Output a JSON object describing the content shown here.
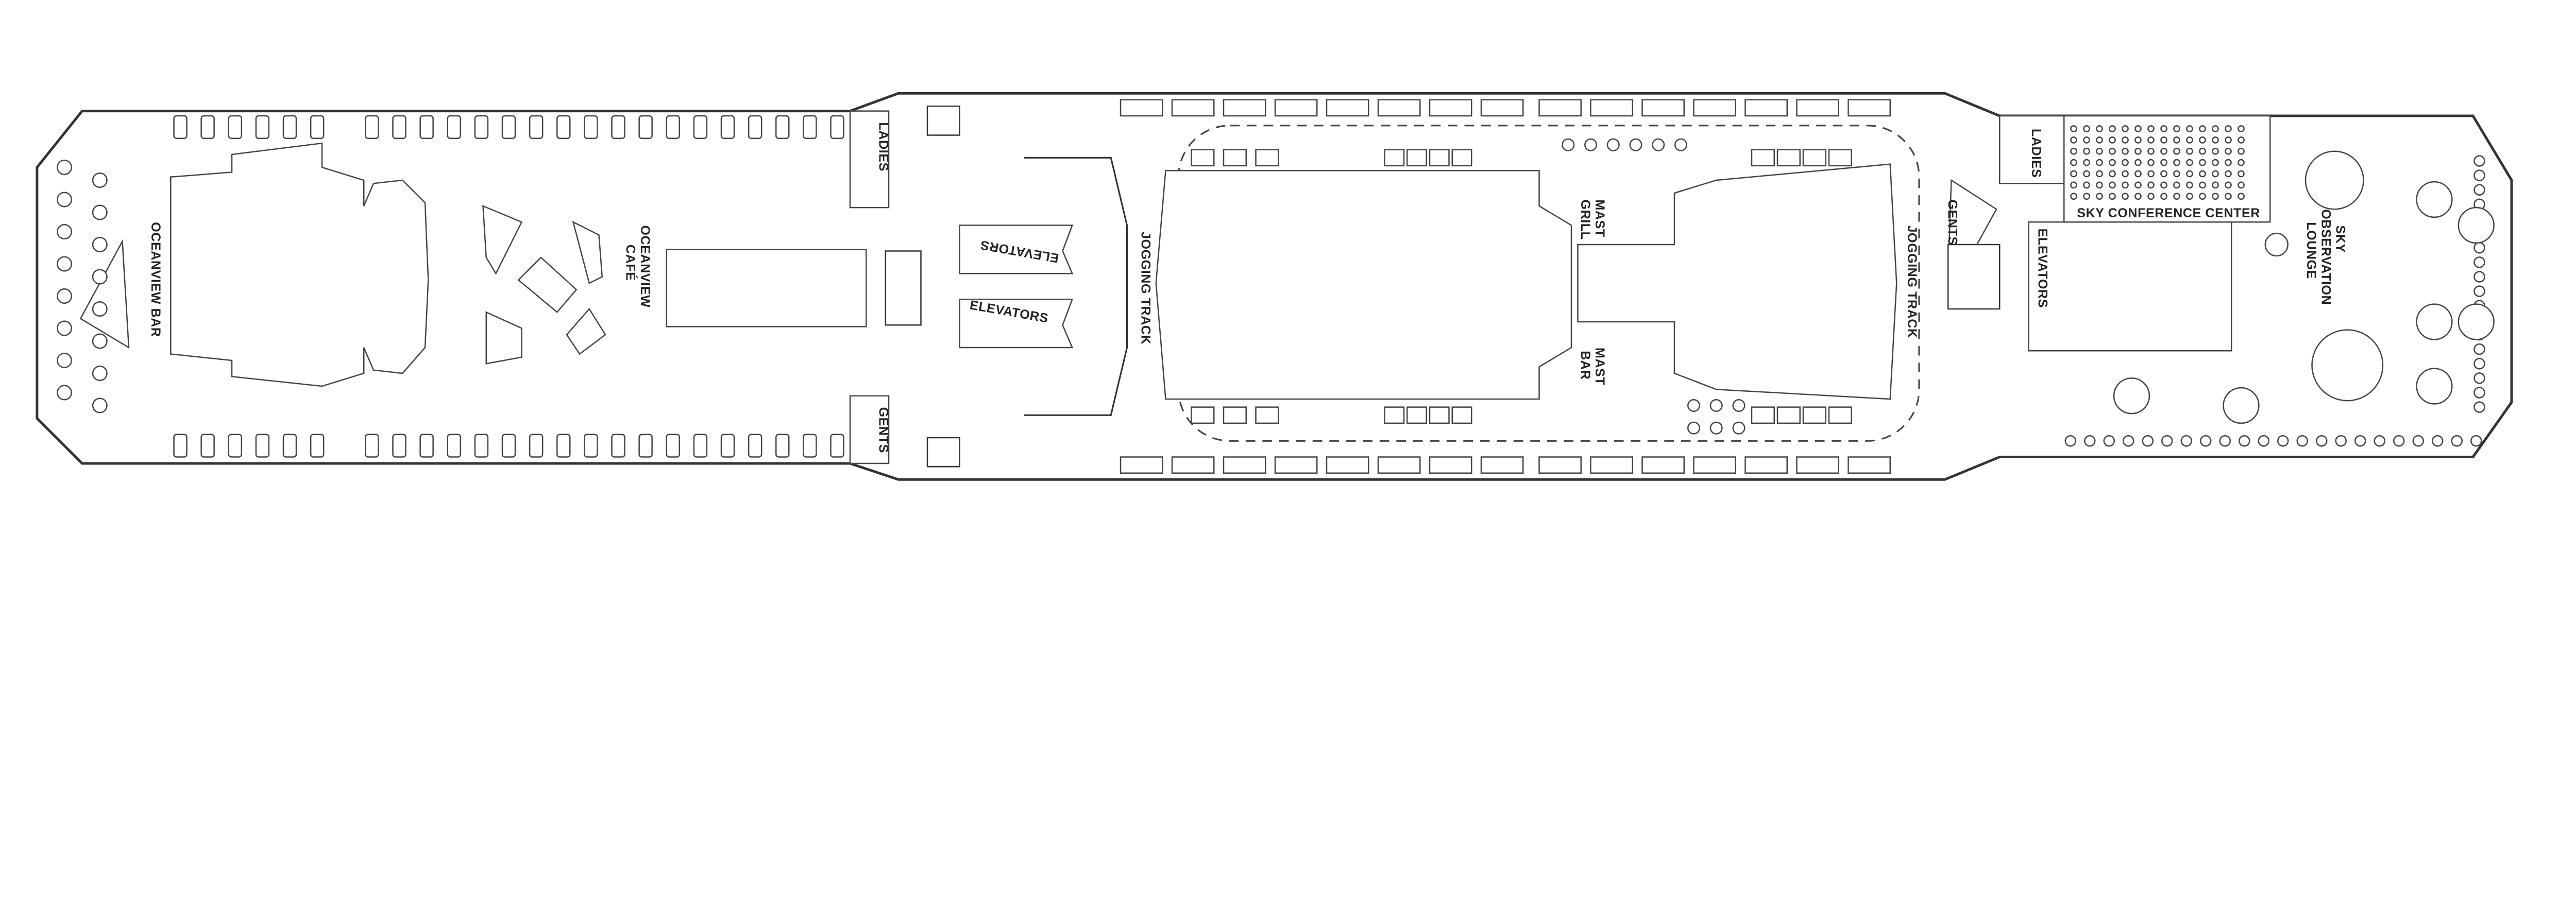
{
  "deck_labels": {
    "oceanview_bar": "OCEANVIEW BAR",
    "oceanview_cafe_1": "OCEANVIEW",
    "oceanview_cafe_2": "CAFÉ",
    "ladies_fwd": "LADIES",
    "gents_fwd": "GENTS",
    "elevators_1": "ELEVATORS",
    "elevators_2": "ELEVATORS",
    "jogging_track_1": "JOGGING TRACK",
    "mast_grill_1": "MAST",
    "mast_grill_2": "GRILL",
    "mast_bar_1": "MAST",
    "mast_bar_2": "BAR",
    "ladies_aft": "LADIES",
    "gents_aft": "GENTS",
    "jogging_track_2": "JOGGING TRACK",
    "sky_conference_center": "SKY CONFERENCE CENTER",
    "elevators_3": "ELEVATORS",
    "sky_observation_1": "SKY",
    "sky_observation_2": "OBSERVATION",
    "sky_observation_3": "LOUNGE"
  },
  "colors": {
    "line": "#333333",
    "background": "#ffffff"
  }
}
